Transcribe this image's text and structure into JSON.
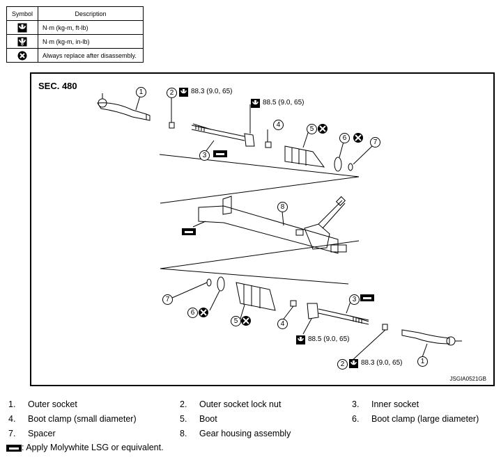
{
  "symbol_table": {
    "header_symbol": "Symbol",
    "header_description": "Description",
    "rows": [
      {
        "icon": "torque-wrench-icon",
        "description": "N·m (kg-m, ft-lb)"
      },
      {
        "icon": "torque-wrench-small-icon",
        "description": "N·m (kg-m, in-lb)"
      },
      {
        "icon": "replace-x-icon",
        "description": "Always replace after disassembly."
      }
    ]
  },
  "diagram": {
    "section": "SEC. 480",
    "figure_id": "JSGIA0521GB",
    "torques": {
      "top_lock_nut": "88.3 (9.0, 65)",
      "top_inner": "88.5 (9.0, 65)",
      "bottom_inner": "88.5 (9.0, 65)",
      "bottom_lock_nut": "88.3 (9.0, 65)"
    },
    "callouts": [
      "1",
      "2",
      "3",
      "4",
      "5",
      "6",
      "7",
      "8",
      "7",
      "6",
      "5",
      "4",
      "3",
      "2",
      "1"
    ]
  },
  "legend": {
    "items": [
      {
        "num": "1.",
        "label": "Outer socket"
      },
      {
        "num": "2.",
        "label": "Outer socket lock nut"
      },
      {
        "num": "3.",
        "label": "Inner socket"
      },
      {
        "num": "4.",
        "label": "Boot clamp (small diameter)"
      },
      {
        "num": "5.",
        "label": "Boot"
      },
      {
        "num": "6.",
        "label": "Boot clamp (large diameter)"
      },
      {
        "num": "7.",
        "label": "Spacer"
      },
      {
        "num": "8.",
        "label": "Gear housing assembly"
      }
    ],
    "note": ": Apply Molywhite LSG or equivalent."
  }
}
